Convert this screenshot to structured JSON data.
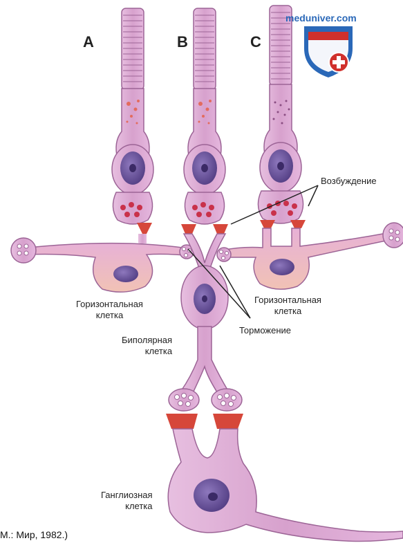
{
  "labels": {
    "a": "A",
    "b": "B",
    "c": "C",
    "excitation": "Возбуждение",
    "inhibition": "Торможение",
    "horizontal_left": [
      "Горизонтальная",
      "клетка"
    ],
    "horizontal_right": [
      "Горизонтальная",
      "клетка"
    ],
    "bipolar": [
      "Биполярная",
      "клетка"
    ],
    "ganglion": [
      "Ганглиозная",
      "клетка"
    ]
  },
  "watermark": "meduniver.com",
  "caption": "М.: Мир, 1982.)",
  "colors": {
    "cell_fill": "#d9a3cf",
    "cell_stroke": "#9c6496",
    "nucleus": "#6a4f99",
    "synapse": "#d6473a",
    "logo_blue": "#2a68b8",
    "logo_red": "#d0302c"
  }
}
